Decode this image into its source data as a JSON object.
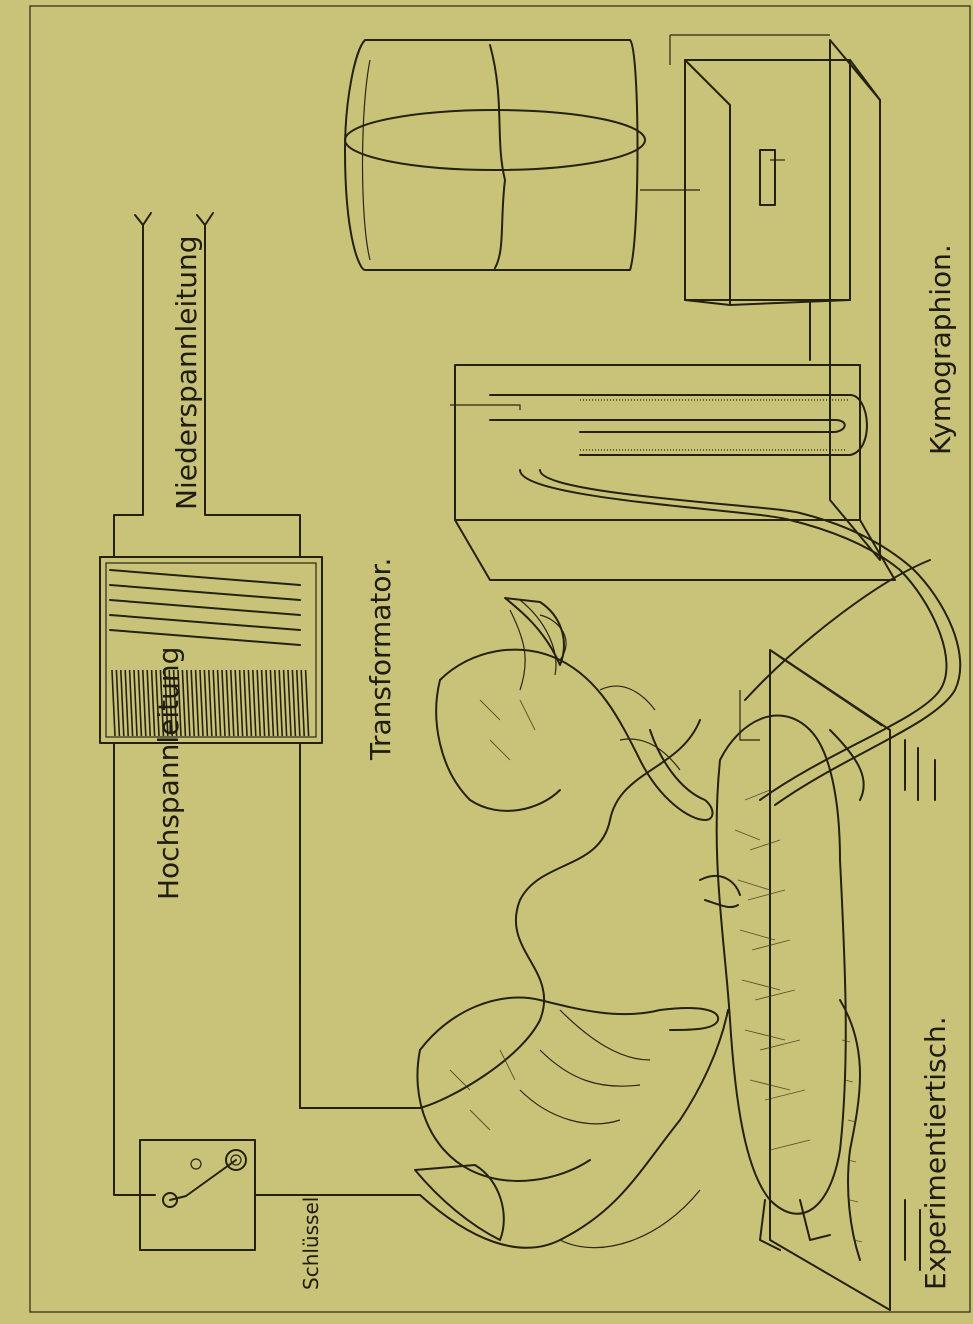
{
  "labels": {
    "high_voltage_line": "Hochspannleitung",
    "low_voltage_line": "Niederspannleitung",
    "transformer": "Transformator.",
    "kymograph": "Kymographion.",
    "experiment_table": "Experimentiertisch.",
    "key_switch": "Schlüssel"
  },
  "colors": {
    "paper": "#c9c37a",
    "ink": "#24210f"
  },
  "icons": {
    "rat": "rat-icon",
    "hand": "hand-icon",
    "drum": "drum-icon",
    "manometer": "manometer-icon"
  }
}
